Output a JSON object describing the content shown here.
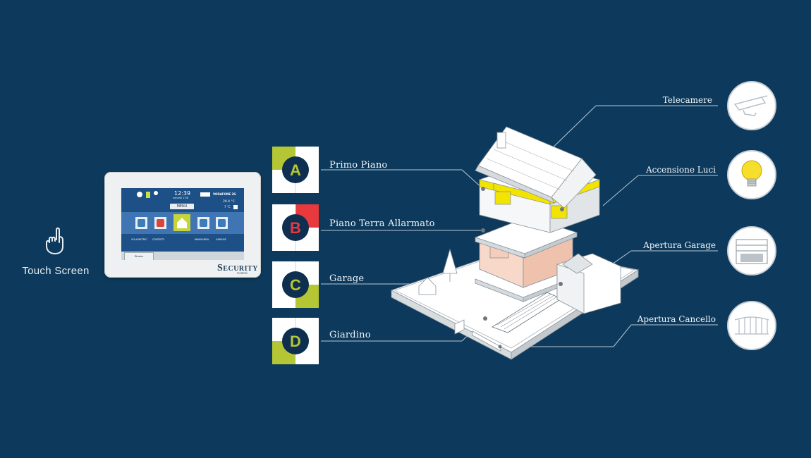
{
  "touch": {
    "label": "Touch Screen",
    "icon": "pointing-hand-icon"
  },
  "device": {
    "time": "12:39",
    "date": "venerdì 27/6",
    "menu": "MENU",
    "network": "VODAFONE 3G",
    "temp": "20.4 °C",
    "temp_unit": "7 °C",
    "zones": [
      "VOLUMETRIC",
      "CONTATTI",
      "MANSARDA",
      "GARAGE"
    ],
    "bottom_button": "Storico",
    "brand": "ECURITY",
    "brand_prefix": "S",
    "brand_sub": "Control"
  },
  "zones": [
    {
      "letter": "A",
      "label": "Primo Piano"
    },
    {
      "letter": "B",
      "label": "Piano Terra Allarmato"
    },
    {
      "letter": "C",
      "label": "Garage"
    },
    {
      "letter": "D",
      "label": "Giardino"
    }
  ],
  "colors": {
    "background": "#0d3a5c",
    "accent_green": "#b5c634",
    "alarm_red": "#e8393c",
    "circle_dark": "#0e2f4f",
    "highlight_yellow": "#f3e400",
    "alarm_zone": "#f4cdbb"
  },
  "features": [
    {
      "label": "Telecamere",
      "icon": "camera-icon"
    },
    {
      "label": "Accensione Luci",
      "icon": "light-bulb-icon"
    },
    {
      "label": "Apertura Garage",
      "icon": "garage-door-icon"
    },
    {
      "label": "Apertura Cancello",
      "icon": "gate-icon"
    }
  ]
}
